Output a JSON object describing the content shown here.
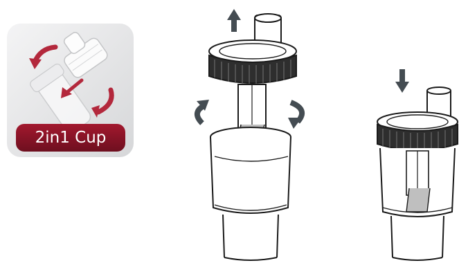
{
  "badge": {
    "label": "2in1 Cup",
    "colors": {
      "label_bg": "#8c1426",
      "arrow": "#b3283c",
      "tile_bg": "#e3e4e6"
    }
  },
  "figures": [
    {
      "name": "disassembly-step",
      "icons": [
        "arrow-up-icon",
        "rotate-left-icon",
        "rotate-right-icon"
      ]
    },
    {
      "name": "assembly-step",
      "icons": [
        "arrow-down-icon"
      ]
    }
  ],
  "colors": {
    "outline": "#1a1a1a",
    "ring": "#333333",
    "arrow": "#444c52"
  }
}
